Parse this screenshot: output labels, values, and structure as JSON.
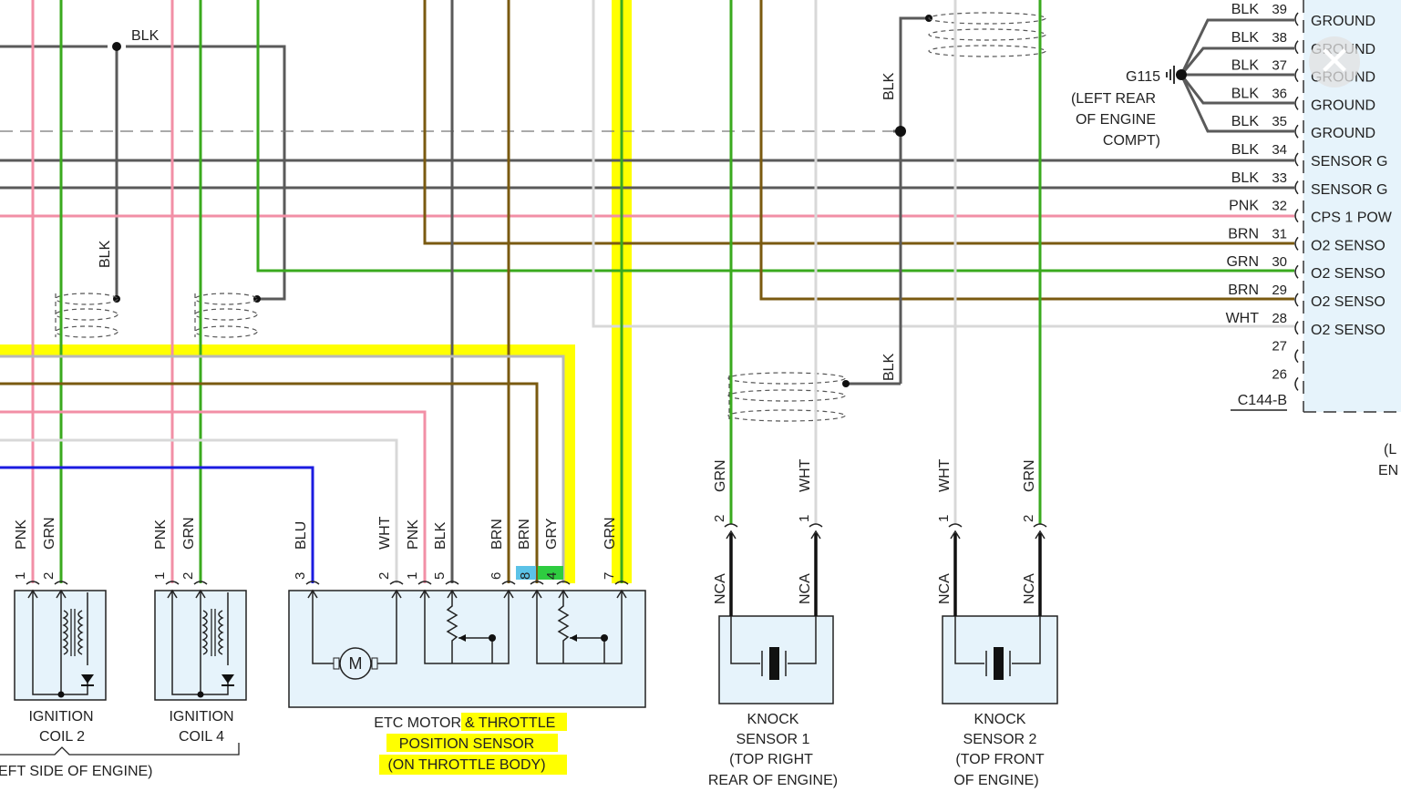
{
  "connector": {
    "name": "C144-B",
    "pins": [
      {
        "num": "39",
        "color": "BLK",
        "func": "GROUND"
      },
      {
        "num": "38",
        "color": "BLK",
        "func": "GROUND"
      },
      {
        "num": "37",
        "color": "BLK",
        "func": "GROUND"
      },
      {
        "num": "36",
        "color": "BLK",
        "func": "GROUND"
      },
      {
        "num": "35",
        "color": "BLK",
        "func": "GROUND"
      },
      {
        "num": "34",
        "color": "BLK",
        "func": "SENSOR G"
      },
      {
        "num": "33",
        "color": "BLK",
        "func": "SENSOR G"
      },
      {
        "num": "32",
        "color": "PNK",
        "func": "CPS 1 POW"
      },
      {
        "num": "31",
        "color": "BRN",
        "func": "O2 SENSO"
      },
      {
        "num": "30",
        "color": "GRN",
        "func": "O2 SENSO"
      },
      {
        "num": "29",
        "color": "BRN",
        "func": "O2 SENSO"
      },
      {
        "num": "28",
        "color": "WHT",
        "func": "O2 SENSO"
      },
      {
        "num": "27",
        "color": "",
        "func": ""
      },
      {
        "num": "26",
        "color": "",
        "func": ""
      }
    ],
    "edge_text": [
      "(L",
      "EN"
    ]
  },
  "ground": {
    "id": "G115",
    "location": [
      "(LEFT REAR",
      "OF ENGINE",
      "COMPT)"
    ]
  },
  "wire_labels": {
    "top_blk": "BLK",
    "left_blk": "BLK",
    "right_blk_upper": "BLK",
    "right_blk_lower": "BLK"
  },
  "coil2": {
    "pins": [
      "1",
      "2"
    ],
    "colors": [
      "PNK",
      "GRN"
    ],
    "caption": [
      "IGNITION",
      "COIL 2"
    ]
  },
  "coil4": {
    "pins": [
      "1",
      "2"
    ],
    "colors": [
      "PNK",
      "GRN"
    ],
    "caption": [
      "IGNITION",
      "COIL 4"
    ]
  },
  "coil_group_caption": "EFT SIDE OF ENGINE)",
  "etc": {
    "pins": [
      "3",
      "2",
      "1",
      "5",
      "6",
      "8",
      "4",
      "7"
    ],
    "colors": [
      "BLU",
      "WHT",
      "PNK",
      "BLK",
      "BRN",
      "BRN",
      "GRY",
      "GRN"
    ],
    "motor_label": "M",
    "caption": [
      "ETC MOTOR",
      "& THROTTLE",
      "POSITION SENSOR",
      "(ON THROTTLE BODY)"
    ]
  },
  "knock1": {
    "pins": [
      "2",
      "1"
    ],
    "colors": [
      "GRN",
      "WHT"
    ],
    "nca": [
      "NCA",
      "NCA"
    ],
    "caption": [
      "KNOCK",
      "SENSOR 1",
      "(TOP RIGHT",
      "REAR OF ENGINE)"
    ]
  },
  "knock2": {
    "pins": [
      "1",
      "2"
    ],
    "colors": [
      "WHT",
      "GRN"
    ],
    "nca": [
      "NCA",
      "NCA"
    ],
    "caption": [
      "KNOCK",
      "SENSOR 2",
      "(TOP FRONT",
      "OF ENGINE)"
    ]
  },
  "colors": {
    "pink": "#f28fa6",
    "green": "#3aaa1e",
    "brown": "#7a5a10",
    "gray": "#5a5a5a",
    "white_wire": "#d8d8d8",
    "blue": "#1b1be0",
    "highlight": "#ffff00",
    "box_fill": "#e6f3fb"
  },
  "close_icon": "close-icon"
}
